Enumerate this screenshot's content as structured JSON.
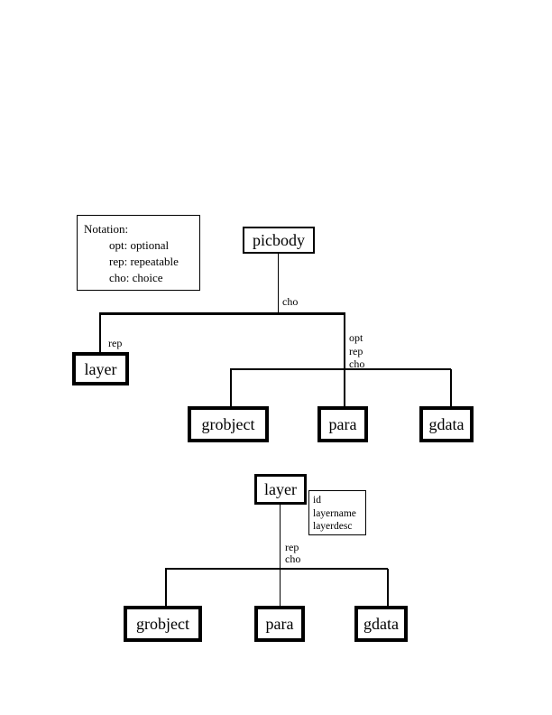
{
  "colors": {
    "ink": "#000000",
    "background": "#ffffff"
  },
  "notation": {
    "title": "Notation:",
    "items": [
      "opt: optional",
      "rep: repeatable",
      "cho: choice"
    ]
  },
  "picbody_tree": {
    "root_label": "picbody",
    "root_edge_label": "cho",
    "layer_edge_label": "rep",
    "layer_label": "layer",
    "group_edge_labels": [
      "opt",
      "rep",
      "cho"
    ],
    "children": [
      "grobject",
      "para",
      "gdata"
    ]
  },
  "layer_tree": {
    "root_label": "layer",
    "attributes": [
      "id",
      "layername",
      "layerdesc"
    ],
    "edge_labels": [
      "rep",
      "cho"
    ],
    "children": [
      "grobject",
      "para",
      "gdata"
    ]
  }
}
